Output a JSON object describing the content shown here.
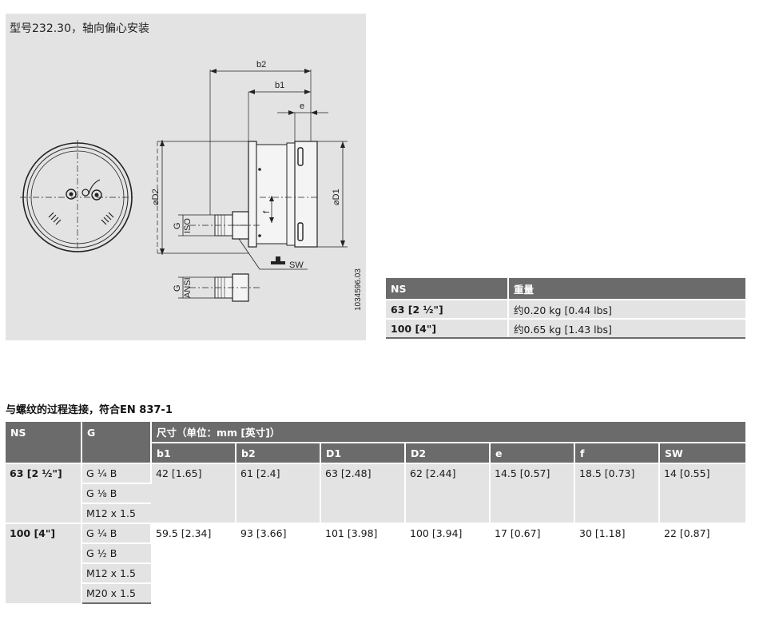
{
  "drawing": {
    "title": "型号232.30，轴向偏心安装",
    "labels": {
      "b2": "b2",
      "b1": "b1",
      "e": "e",
      "d2": "⌀D2",
      "d1": "⌀D1",
      "f": "f",
      "g1": "G",
      "iso": "ISO",
      "g2": "G",
      "ansi": "ANSI",
      "sw": "SW",
      "docno": "1034596.03"
    }
  },
  "weight_table": {
    "headers": [
      "NS",
      "重量"
    ],
    "rows": [
      [
        "63 [2 ½\"]",
        "约0.20 kg [0.44 lbs]"
      ],
      [
        "100 [4\"]",
        "约0.65 kg [1.43 lbs]"
      ]
    ]
  },
  "section_title": "与螺纹的过程连接，符合EN 837-1",
  "dim_table": {
    "header_ns": "NS",
    "header_g": "G",
    "header_dims": "尺寸（单位：mm [英寸]）",
    "sub_headers": [
      "b1",
      "b2",
      "D1",
      "D2",
      "e",
      "f",
      "SW"
    ],
    "groups": [
      {
        "ns": "63 [2 ½\"]",
        "threads": [
          "G ¼ B",
          "G ⅛ B",
          "M12 x 1.5"
        ],
        "values": [
          "42 [1.65]",
          "61 [2.4]",
          "63 [2.48]",
          "62 [2.44]",
          "14.5 [0.57]",
          "18.5 [0.73]",
          "14 [0.55]"
        ]
      },
      {
        "ns": "100 [4\"]",
        "threads": [
          "G ¼ B",
          "G ½ B",
          "M12 x 1.5",
          "M20 x 1.5"
        ],
        "values": [
          "59.5 [2.34]",
          "93 [3.66]",
          "101 [3.98]",
          "100 [3.94]",
          "17 [0.67]",
          "30 [1.18]",
          "22 [0.87]"
        ]
      }
    ]
  }
}
